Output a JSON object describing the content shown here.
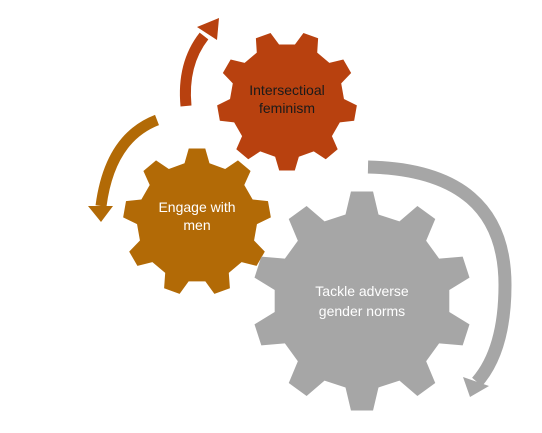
{
  "diagram": {
    "gears": [
      {
        "id": "intersectional",
        "lines": [
          "Intersectioal",
          "feminism"
        ],
        "color": "#B8410F",
        "text_color": "#1a1a1a"
      },
      {
        "id": "engage",
        "lines": [
          "Engage with",
          "men"
        ],
        "color": "#B26A06",
        "text_color": "#ffffff"
      },
      {
        "id": "tackle",
        "lines": [
          "Tackle adverse",
          "gender norms"
        ],
        "color": "#A6A6A6",
        "text_color": "#ffffff"
      }
    ],
    "arrow_colors": {
      "top": "#B8410F",
      "left": "#B26A06",
      "right": "#A6A6A6"
    }
  }
}
